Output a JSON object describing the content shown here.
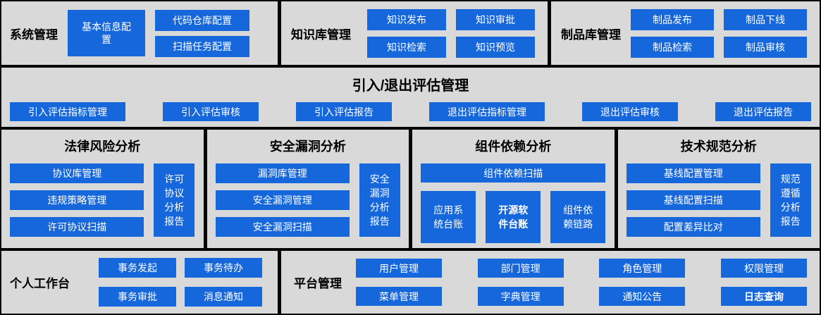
{
  "colors": {
    "accent_blue": "#1667dc",
    "panel_gray": "#d9d9d9",
    "background": "#000000",
    "button_text": "#ffffff",
    "title_text": "#000000"
  },
  "panels": {
    "system": {
      "title": "系统管理",
      "buttons": [
        "基本信息配置",
        "代码仓库配置",
        "扫描任务配置"
      ]
    },
    "knowledge": {
      "title": "知识库管理",
      "buttons": [
        "知识发布",
        "知识审批",
        "知识检索",
        "知识预览"
      ]
    },
    "artifact": {
      "title": "制品库管理",
      "buttons": [
        "制品发布",
        "制品下线",
        "制品检索",
        "制品审核"
      ]
    },
    "evaluation": {
      "title": "引入/退出评估管理",
      "buttons": [
        "引入评估指标管理",
        "引入评估审核",
        "引入评估报告",
        "退出评估指标管理",
        "退出评估审核",
        "退出评估报告"
      ]
    },
    "legal": {
      "title": "法律风险分析",
      "buttons": [
        "协议库管理",
        "违规策略管理",
        "许可协议扫描"
      ],
      "report": "许可协议分析报告"
    },
    "security": {
      "title": "安全漏洞分析",
      "buttons": [
        "漏洞库管理",
        "安全漏洞管理",
        "安全漏洞扫描"
      ],
      "report": "安全漏洞分析报告"
    },
    "dependency": {
      "title": "组件依赖分析",
      "scan": "组件依赖扫描",
      "buttons": [
        "应用系统台账",
        "开源软件台账",
        "组件依赖链路"
      ]
    },
    "standard": {
      "title": "技术规范分析",
      "buttons": [
        "基线配置管理",
        "基线配置扫描",
        "配置差异比对"
      ],
      "report": "规范遵循分析报告"
    },
    "workbench": {
      "title": "个人工作台",
      "buttons": [
        "事务发起",
        "事务待办",
        "事务审批",
        "消息通知"
      ]
    },
    "platform": {
      "title": "平台管理",
      "buttons": [
        "用户管理",
        "部门管理",
        "角色管理",
        "权限管理",
        "菜单管理",
        "字典管理",
        "通知公告",
        "日志查询"
      ]
    }
  }
}
